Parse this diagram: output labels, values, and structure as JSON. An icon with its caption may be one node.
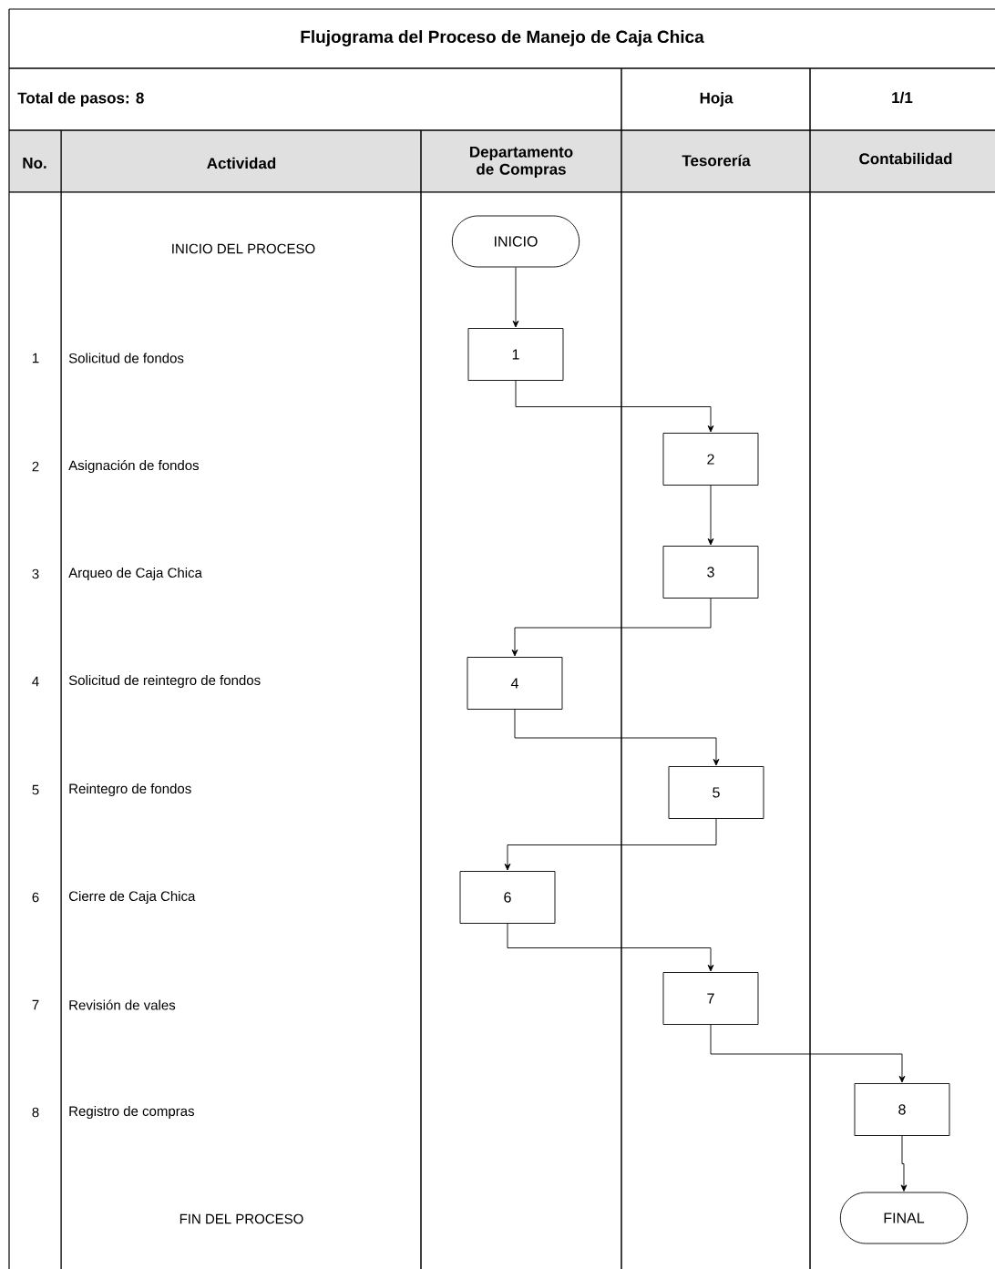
{
  "diagram": {
    "title": "Flujograma del Proceso de Manejo de Caja Chica",
    "nodes": [
      {
        "text": [
          "INICIO"
        ]
      },
      {
        "text": [
          "1"
        ]
      },
      {
        "text": [
          "2"
        ]
      },
      {
        "text": [
          "3"
        ]
      },
      {
        "text": [
          "4"
        ]
      },
      {
        "text": [
          "5"
        ]
      },
      {
        "text": [
          "6"
        ]
      },
      {
        "text": [
          "7"
        ]
      },
      {
        "text": [
          "8"
        ]
      },
      {
        "text": [
          "FINAL"
        ]
      }
    ],
    "edges": [
      {
        "from": 0,
        "to": 1,
        "arrow": "to"
      },
      {
        "from": 1,
        "to": 2,
        "arrow": "to"
      },
      {
        "from": 2,
        "to": 3,
        "arrow": "to"
      },
      {
        "from": 3,
        "to": 4,
        "arrow": "to"
      },
      {
        "from": 4,
        "to": 5,
        "arrow": "to"
      },
      {
        "from": 5,
        "to": 6,
        "arrow": "to"
      },
      {
        "from": 6,
        "to": 7,
        "arrow": "to"
      },
      {
        "from": 7,
        "to": 8,
        "arrow": "to"
      },
      {
        "from": 8,
        "to": 9,
        "arrow": "to"
      }
    ],
    "labels": [
      "Total de pasos: 8",
      "Hoja",
      "1/1",
      "No.",
      "Actividad",
      "Departamento de Compras",
      "Tesorería",
      "Contabilidad",
      "INICIO DEL PROCESO",
      "1",
      "Solicitud de fondos",
      "2",
      "Asignación de fondos",
      "3",
      "Arqueo de Caja Chica",
      "4",
      "Solicitud de reintegro de fondos",
      "5",
      "Reintegro de fondos",
      "6",
      "Cierre de Caja Chica",
      "7",
      "Revisión de vales",
      "8",
      "Registro de compras",
      "FIN DEL PROCESO"
    ]
  }
}
